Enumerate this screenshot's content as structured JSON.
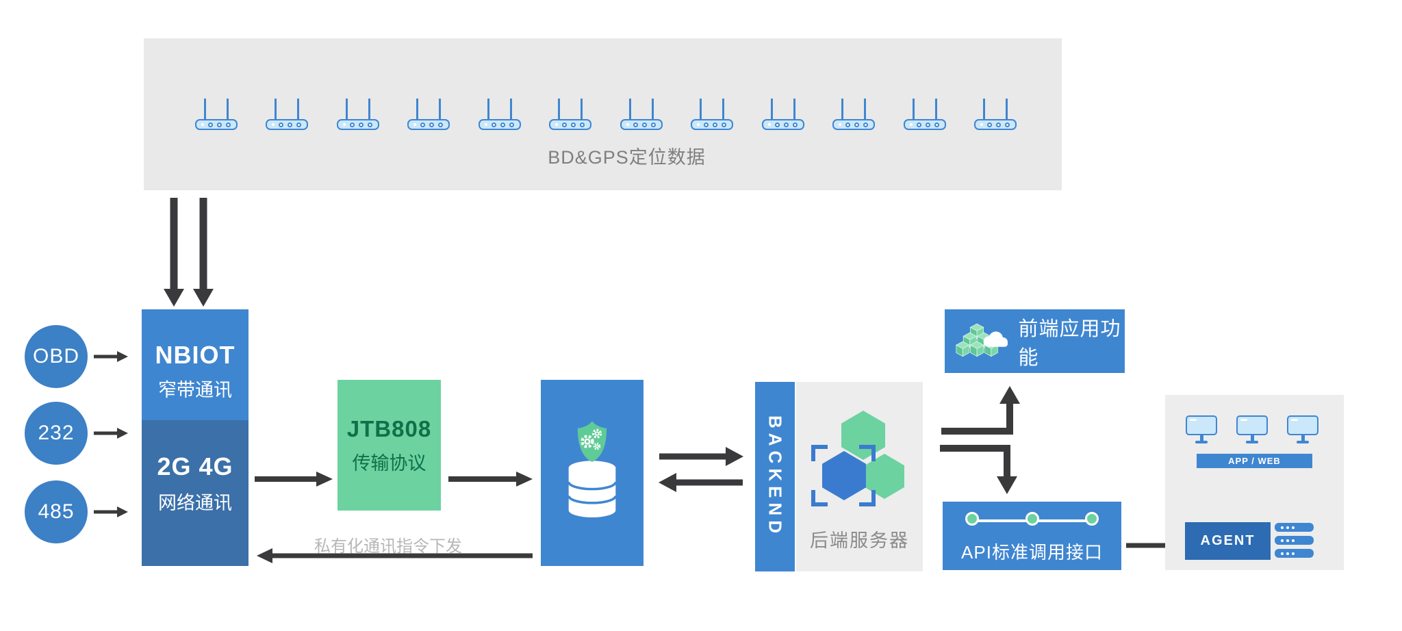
{
  "top_panel": {
    "label": "BD&GPS定位数据",
    "router_count": 12,
    "router_icon": "wifi-router-icon"
  },
  "ports": [
    {
      "label": "OBD"
    },
    {
      "label": "232"
    },
    {
      "label": "485"
    }
  ],
  "comm_module": {
    "nbiot_title": "NBIOT",
    "nbiot_subtitle": "窄带通讯",
    "cell_title": "2G 4G",
    "cell_subtitle": "网络通讯"
  },
  "protocol": {
    "title": "JTB808",
    "subtitle": "传输协议"
  },
  "gateway": {
    "icon": "secure-database-icon"
  },
  "downlink_label": "私有化通讯指令下发",
  "backend": {
    "vertical_label": "BACKEND",
    "server_label": "后端服务器",
    "icon": "hexagon-cluster-icon"
  },
  "frontend": {
    "label": "前端应用功能",
    "icon": "cubes-cloud-icon"
  },
  "api": {
    "label": "API标准调用接口",
    "node_count": 3
  },
  "client_panel": {
    "monitor_count": 3,
    "appweb_label": "APP / WEB",
    "agent_label": "AGENT",
    "server_count": 3,
    "server_dot_count": 3
  },
  "colors": {
    "box_blue": "#3f86d1",
    "cellular_blue": "#3b70a9",
    "agent_blue": "#2d6bb3",
    "green": "#6cd2a0",
    "green_text": "#0f7049",
    "arrow_gray": "#3a3a3c",
    "panel_gray": "#e9e9e9",
    "icon_light_blue": "#cbe7fa"
  }
}
